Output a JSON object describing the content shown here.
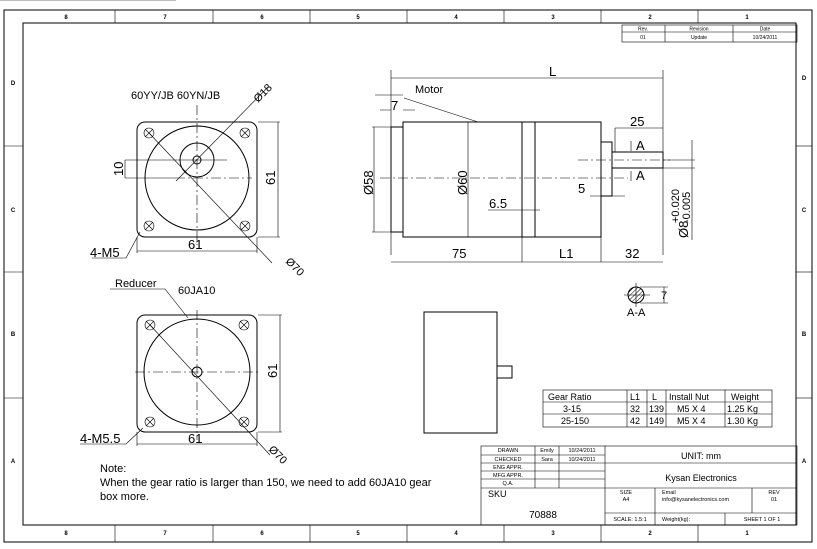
{
  "border": {
    "columns": [
      "8",
      "7",
      "6",
      "5",
      "4",
      "3",
      "2",
      "1"
    ],
    "rows": [
      "D",
      "C",
      "B",
      "A"
    ]
  },
  "revision_table": {
    "headers": [
      "Rev.",
      "Revision",
      "Date"
    ],
    "row": [
      "01",
      "Update",
      "10/24/2011"
    ]
  },
  "front_view_motor": {
    "model_label": "60YY/JB  60YN/JB",
    "shaft_dia": "Ø18",
    "offset": "10",
    "height": "61",
    "width": "61",
    "holes": "4-M5",
    "pcd": "Ø70"
  },
  "front_view_reducer": {
    "reducer_label": "Reducer",
    "model_label": "60JA10",
    "height": "61",
    "width": "61",
    "holes": "4-M5.5",
    "pcd": "Ø70"
  },
  "side_view": {
    "overall": "L",
    "motor_label": "Motor",
    "flange": "7",
    "dia58": "Ø58",
    "dia60": "Ø60",
    "gap": "6.5",
    "key_len": "25",
    "section_top": "A",
    "section_bottom": "A",
    "boss": "5",
    "shaft_dia": "Ø8",
    "tol_upper": "+0.020",
    "tol_lower": "-0.005",
    "motor_len": "75",
    "gear_len": "L1",
    "shaft_len": "32"
  },
  "section": {
    "dim": "7",
    "label": "A-A"
  },
  "gear_table": {
    "headers": [
      "Gear Ratio",
      "L1",
      "L",
      "Install Nut",
      "Weight"
    ],
    "rows": [
      [
        "3-15",
        "32",
        "139",
        "M5 X 4",
        "1.25 Kg"
      ],
      [
        "25-150",
        "42",
        "149",
        "M5 X 4",
        "1.30 Kg"
      ]
    ]
  },
  "note": {
    "title": "Note:",
    "line1": "When the gear ratio is larger than 150, we need to add 60JA10 gear",
    "line2": "box more."
  },
  "title_block": {
    "drawn_label": "DRAWN",
    "drawn_by": "Emily",
    "drawn_date": "10/24/2011",
    "checked_label": "CHECKED",
    "checked_by": "Sara",
    "checked_date": "10/24/2011",
    "eng_label": "ENG APPR.",
    "mfg_label": "MFG APPR.",
    "qa_label": "Q.A.",
    "sku_label": "SKU",
    "sku": "70888",
    "unit": "UNIT: mm",
    "company": "Kysan Electronics",
    "size_label": "SIZE",
    "size": "A4",
    "email_label": "Email",
    "email": "info@kysanelectronics.com",
    "rev_label": "REV",
    "rev": "01",
    "scale": "SCALE: 1.5:1",
    "weight": "Weight(kg):",
    "sheet": "SHEET 1 OF 1"
  }
}
